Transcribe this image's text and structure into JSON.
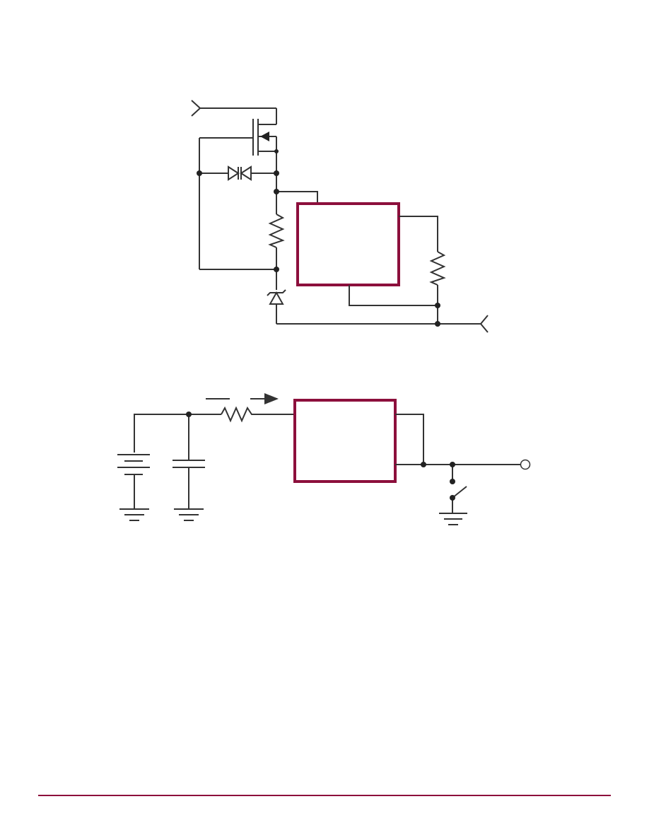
{
  "colors": {
    "accent": "#8c0f3c",
    "wire": "#333333",
    "footer_rule": "#8c0f3c"
  },
  "figure_1": {
    "ic_block": {
      "label": ""
    },
    "components": [
      "p-channel-mosfet",
      "bidirectional-tvs-diode",
      "gate-resistor",
      "zener-diode",
      "load-resistor"
    ]
  },
  "figure_2": {
    "ic_block": {
      "label": ""
    },
    "components": [
      "battery",
      "capacitor",
      "series-resistor",
      "current-arrow",
      "switch",
      "output-terminal"
    ]
  },
  "footer": {
    "rule": true
  }
}
